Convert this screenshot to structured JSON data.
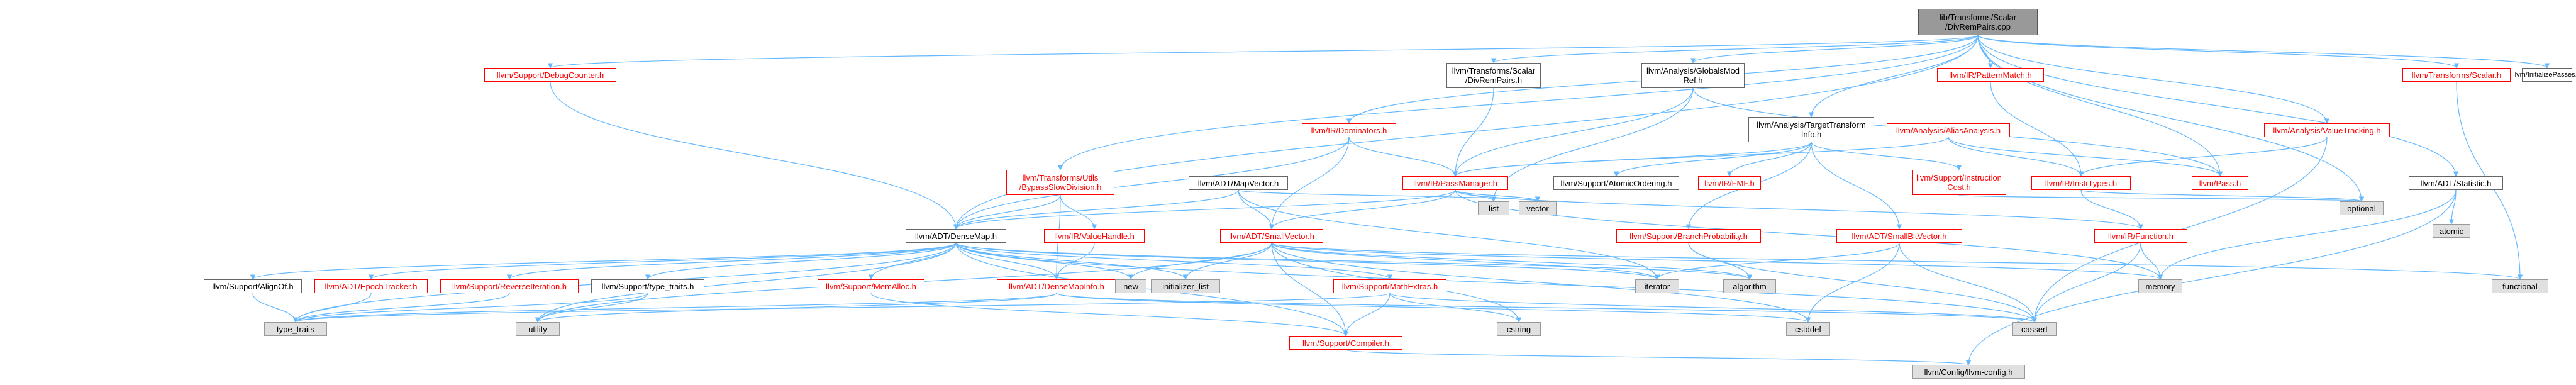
{
  "nodes": {
    "root": "lib/Transforms/Scalar\n/DivRemPairs.cpp",
    "debugcounter": "llvm/Support/DebugCounter.h",
    "divrempairs_h": "llvm/Transforms/Scalar\n/DivRemPairs.h",
    "globalsmodref": "llvm/Analysis/GlobalsMod\nRef.h",
    "patternmatch": "llvm/IR/PatternMatch.h",
    "scalar": "llvm/Transforms/Scalar.h",
    "initializepasses": "llvm/InitializePasses.h",
    "dominators": "llvm/IR/Dominators.h",
    "targettransforminfo": "llvm/Analysis/TargetTransform\nInfo.h",
    "aliasanalysis": "llvm/Analysis/AliasAnalysis.h",
    "valuetracking": "llvm/Analysis/ValueTracking.h",
    "bypassslowdivision": "llvm/Transforms/Utils\n/BypassSlowDivision.h",
    "mapvector": "llvm/ADT/MapVector.h",
    "passmanager": "llvm/IR/PassManager.h",
    "atomicordering": "llvm/Support/AtomicOrdering.h",
    "fmf": "llvm/IR/FMF.h",
    "instructioncost": "llvm/Support/Instruction\nCost.h",
    "instrtypes": "llvm/IR/InstrTypes.h",
    "pass": "llvm/Pass.h",
    "statistic": "llvm/ADT/Statistic.h",
    "densemap": "llvm/ADT/DenseMap.h",
    "valuehandle": "llvm/IR/ValueHandle.h",
    "smallvector": "llvm/ADT/SmallVector.h",
    "list": "list",
    "vector": "vector",
    "branchprobability": "llvm/Support/BranchProbability.h",
    "smallbitvector": "llvm/ADT/SmallBitVector.h",
    "function": "llvm/IR/Function.h",
    "optional": "optional",
    "atomic": "atomic",
    "alignof": "llvm/Support/AlignOf.h",
    "epochtracker": "llvm/ADT/EpochTracker.h",
    "reverseiteration": "llvm/Support/ReverseIteration.h",
    "type_traits_h": "llvm/Support/type_traits.h",
    "memalloc": "llvm/Support/MemAlloc.h",
    "densemapinfo": "llvm/ADT/DenseMapInfo.h",
    "new": "new",
    "initializer_list": "initializer_list",
    "mathextras": "llvm/Support/MathExtras.h",
    "iterator": "iterator",
    "algorithm": "algorithm",
    "memory": "memory",
    "functional": "functional",
    "type_traits": "type_traits",
    "utility": "utility",
    "compiler": "llvm/Support/Compiler.h",
    "cstring": "cstring",
    "cstddef": "cstddef",
    "cassert": "cassert",
    "llvmconfig": "llvm/Config/llvm-config.h"
  },
  "colors": {
    "edge": "#63b8ff",
    "red": "#ff0000",
    "std_fill": "#e0e0e0",
    "root_fill": "#999999"
  }
}
